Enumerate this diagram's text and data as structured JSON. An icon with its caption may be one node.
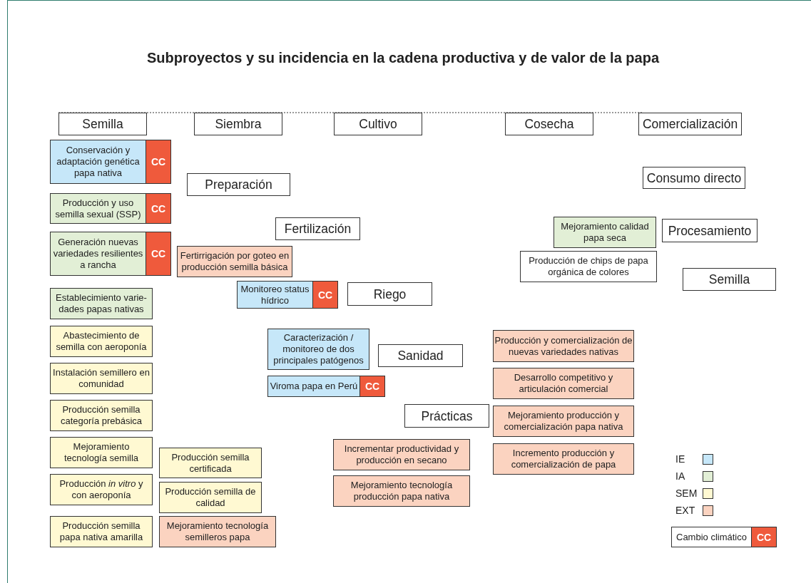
{
  "diagram": {
    "title": "Subproyectos y su incidencia en la cadena productiva y de valor de la papa",
    "nodes": [
      {
        "text": [
          "Semilla"
        ]
      },
      {
        "text": [
          "Siembra"
        ]
      },
      {
        "text": [
          "Cultivo"
        ]
      },
      {
        "text": [
          "Cosecha"
        ]
      },
      {
        "text": [
          "Comercialización"
        ]
      },
      {
        "text": [
          "Conservación y adaptación genética papa nativa",
          "CC"
        ]
      },
      {
        "text": [
          "Preparación"
        ]
      },
      {
        "text": [
          "Consumo directo"
        ]
      },
      {
        "text": [
          "Producción y uso semilla sexual (SSP)",
          "CC"
        ]
      },
      {
        "text": [
          "Fertilización"
        ]
      },
      {
        "text": [
          "Mejoramiento calidad papa seca"
        ]
      },
      {
        "text": [
          "Procesamiento"
        ]
      },
      {
        "text": [
          "Generación nuevas variedades resilientes a rancha",
          "CC"
        ]
      },
      {
        "text": [
          "Fertirrigación por goteo en producción semilla básica"
        ]
      },
      {
        "text": [
          "Producción de chips de papa orgánica de colores"
        ]
      },
      {
        "text": [
          "Semilla"
        ]
      },
      {
        "text": [
          "Monitoreo status hídrico",
          "CC"
        ]
      },
      {
        "text": [
          "Riego"
        ]
      },
      {
        "text": [
          "Establecimiento varie- dades papas nativas"
        ]
      },
      {
        "text": [
          "Abastecimiento de semilla con aeroponía"
        ]
      },
      {
        "text": [
          "Caracterización / monitoreo de dos principales patógenos"
        ]
      },
      {
        "text": [
          "Producción y comercialización de nuevas variedades nativas"
        ]
      },
      {
        "text": [
          "Sanidad"
        ]
      },
      {
        "text": [
          "Instalación semillero en comunidad"
        ]
      },
      {
        "text": [
          "Desarrollo competitivo y articulación comercial"
        ]
      },
      {
        "text": [
          "Viroma papa en Perú",
          "CC"
        ]
      },
      {
        "text": [
          "Producción semilla categoría prebásica"
        ]
      },
      {
        "text": [
          "Prácticas"
        ]
      },
      {
        "text": [
          "Mejoramiento producción y comercialización papa nativa"
        ]
      },
      {
        "text": [
          "Mejoramiento tecnología semilla"
        ]
      },
      {
        "text": [
          "Incrementar productividad y producción en secano"
        ]
      },
      {
        "text": [
          "Incremento producción y comercialización de papa"
        ]
      },
      {
        "text": [
          "Producción semilla certificada"
        ]
      },
      {
        "text": [
          "Producción *in vitro* y con aeroponía"
        ]
      },
      {
        "text": [
          "Mejoramiento tecnología producción papa nativa"
        ]
      },
      {
        "text": [
          "Producción semilla de calidad"
        ]
      },
      {
        "text": [
          "Producción semilla papa nativa amarilla"
        ]
      },
      {
        "text": [
          "Mejoramiento tecnología semilleros papa"
        ]
      },
      {
        "text": [
          "Cambio climático",
          "CC"
        ]
      }
    ],
    "edges": [],
    "legend": [
      {
        "text": "IE",
        "color": "#c6e7f9"
      },
      {
        "text": "IA",
        "color": "#e2efd6"
      },
      {
        "text": "SEM",
        "color": "#fff9d2"
      },
      {
        "text": "EXT",
        "color": "#fbd3c0"
      }
    ]
  }
}
